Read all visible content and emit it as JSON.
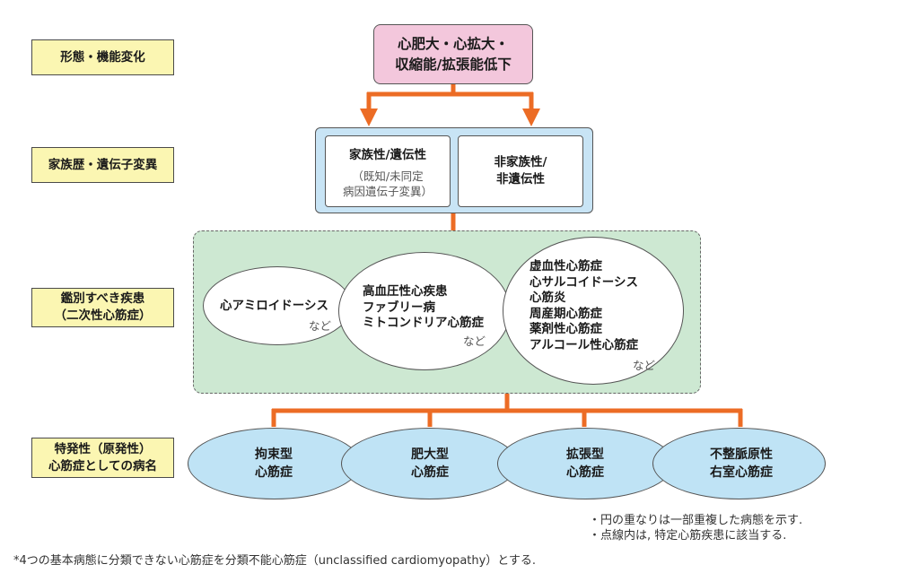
{
  "labels": {
    "morphology": "形態・機能変化",
    "family": "家族歴・遺伝子変異",
    "differential_line1": "鑑別すべき疾患",
    "differential_line2": "（二次性心筋症）",
    "idiopathic_line1": "特発性（原発性）",
    "idiopathic_line2": "心筋症としての病名"
  },
  "top_box": {
    "line1": "心肥大・心拡大・",
    "line2": "収縮能/拡張能低下"
  },
  "family_box": {
    "left_title": "家族性/遺伝性",
    "left_sub1": "（既知/未同定",
    "left_sub2": "病因遺伝子変異）",
    "right_line1": "非家族性/",
    "right_line2": "非遺伝性"
  },
  "secondary_circles": [
    {
      "lines": [
        "心アミロイドーシス"
      ],
      "etc": "など"
    },
    {
      "lines": [
        "高血圧性心疾患",
        "ファブリー病",
        "ミトコンドリア心筋症"
      ],
      "etc": "など"
    },
    {
      "lines": [
        "虚血性心筋症",
        "心サルコイドーシス",
        "心筋炎",
        "周産期心筋症",
        "薬剤性心筋症",
        "アルコール性心筋症"
      ],
      "etc": "など"
    }
  ],
  "primary_ellipses": [
    {
      "line1": "拘束型",
      "line2": "心筋症"
    },
    {
      "line1": "肥大型",
      "line2": "心筋症"
    },
    {
      "line1": "拡張型",
      "line2": "心筋症"
    },
    {
      "line1": "不整脈原性",
      "line2": "右室心筋症"
    }
  ],
  "notes": {
    "note1": "・円の重なりは一部重複した病態を示す.",
    "note2": "・点線内は, 特定心筋疾患に該当する.",
    "footnote": "*4つの基本病態に分類できない心筋症を分類不能心筋症（unclassified cardiomyopathy）とする."
  },
  "colors": {
    "arrow": "#ec6c25",
    "label_fill": "#fbf6b2",
    "top_fill": "#f3c7dc",
    "family_fill": "#c8e4f5",
    "dashed_fill": "#cde8d2",
    "primary_fill": "#bfe3f5"
  }
}
